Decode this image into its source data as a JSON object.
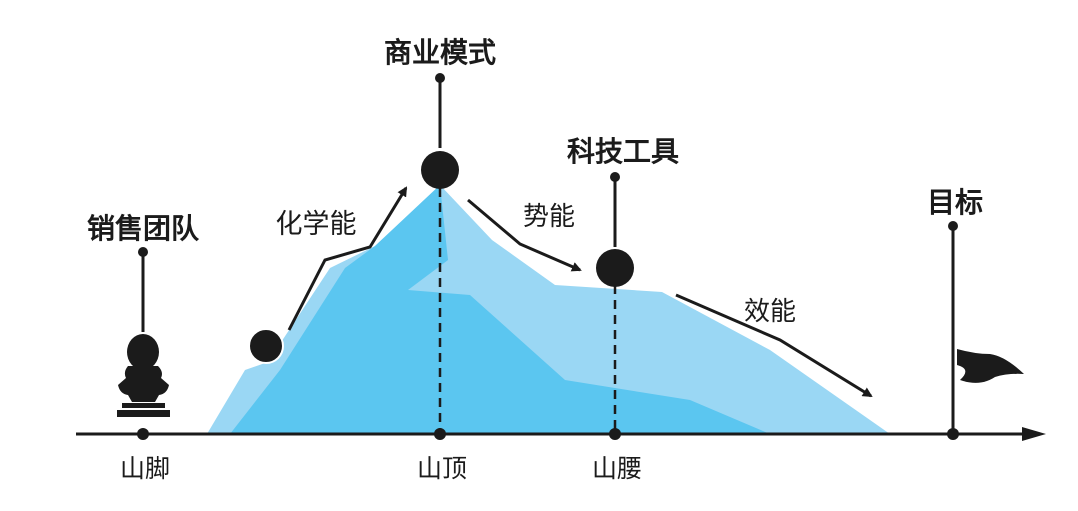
{
  "diagram": {
    "labels": {
      "sales_team": "销售团队",
      "business_model": "商业模式",
      "tech_tools": "科技工具",
      "goal": "目标",
      "chemical_energy": "化学能",
      "potential_energy": "势能",
      "efficiency": "效能",
      "foot": "山脚",
      "peak": "山顶",
      "waist": "山腰"
    },
    "colors": {
      "mountain_light": "#9ad7f4",
      "mountain_dark": "#5bc6f0",
      "line": "#1b1b1b",
      "ball": "#1b1b1b"
    },
    "icons": {
      "bust": "person-bust-icon",
      "flag": "flag-icon"
    }
  }
}
